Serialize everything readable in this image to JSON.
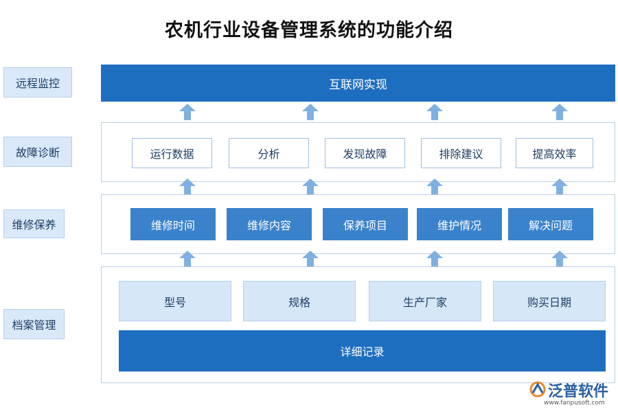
{
  "title": "农机行业设备管理系统的功能介绍",
  "side_labels": [
    "远程监控",
    "故障诊断",
    "维修保养",
    "档案管理"
  ],
  "remote": {
    "banner": "互联网实现"
  },
  "fault": {
    "items": [
      "运行数据",
      "分析",
      "发现故障",
      "排除建议",
      "提高效率"
    ]
  },
  "maintenance": {
    "items": [
      "维修时间",
      "维修内容",
      "保养项目",
      "维护情况",
      "解决问题"
    ]
  },
  "archive": {
    "items": [
      "型号",
      "规格",
      "生产厂家",
      "购买日期"
    ],
    "detail": "详细记录"
  },
  "logo": {
    "name": "泛普软件",
    "url": "www.fanpusoft.com"
  },
  "colors": {
    "primary": "#1e6ec0",
    "mid": "#3a82cc",
    "light": "#d6e7f8",
    "arrow": "#7fb0e0"
  }
}
